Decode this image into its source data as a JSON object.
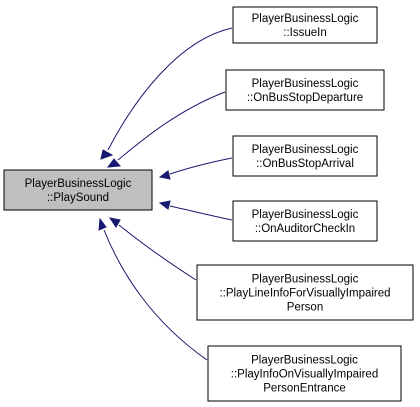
{
  "diagram": {
    "type": "call-graph",
    "colors": {
      "edge": "#191970",
      "focus_fill": "#bfbfbf",
      "node_fill": "#ffffff",
      "border": "#000000"
    },
    "focus": {
      "id": "playsound",
      "lines": [
        "PlayerBusinessLogic",
        "::PlaySound"
      ]
    },
    "callers": [
      {
        "id": "issuein",
        "lines": [
          "PlayerBusinessLogic",
          "::IssueIn"
        ]
      },
      {
        "id": "onbusstopdeparture",
        "lines": [
          "PlayerBusinessLogic",
          "::OnBusStopDeparture"
        ]
      },
      {
        "id": "onbusstoparrival",
        "lines": [
          "PlayerBusinessLogic",
          "::OnBusStopArrival"
        ]
      },
      {
        "id": "onauditorcheckin",
        "lines": [
          "PlayerBusinessLogic",
          "::OnAuditorCheckIn"
        ]
      },
      {
        "id": "playlineinfo",
        "lines": [
          "PlayerBusinessLogic",
          "::PlayLineInfoForVisuallyImpaired",
          "Person"
        ]
      },
      {
        "id": "playinfoentrance",
        "lines": [
          "PlayerBusinessLogic",
          "::PlayInfoOnVisuallyImpaired",
          "PersonEntrance"
        ]
      }
    ],
    "edges": [
      {
        "from": "issuein",
        "to": "playsound"
      },
      {
        "from": "onbusstopdeparture",
        "to": "playsound"
      },
      {
        "from": "onbusstoparrival",
        "to": "playsound"
      },
      {
        "from": "onauditorcheckin",
        "to": "playsound"
      },
      {
        "from": "playlineinfo",
        "to": "playsound"
      },
      {
        "from": "playinfoentrance",
        "to": "playsound"
      }
    ]
  }
}
